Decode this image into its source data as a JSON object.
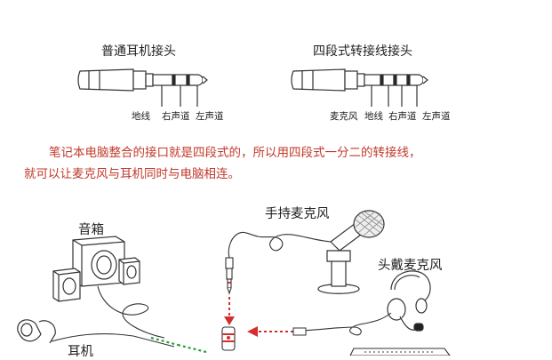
{
  "plugs": {
    "standard": {
      "title": "普通耳机接头",
      "labels": [
        "地线",
        "右声道",
        "左声道"
      ]
    },
    "four_segment": {
      "title": "四段式转接线接头",
      "labels": [
        "麦克风",
        "地线",
        "右声道",
        "左声道"
      ]
    }
  },
  "description": {
    "line1": "笔记本电脑整合的接口就是四段式的，所以用四段式一分二的转接线，",
    "line2": "就可以让麦克风与耳机同时与电脑相连。"
  },
  "devices": {
    "speaker": "音箱",
    "earphone": "耳机",
    "handheld_mic": "手持麦克风",
    "headset_mic": "头戴麦克风"
  },
  "colors": {
    "text_red": "#c0392b",
    "arrow_red": "#d32f2f",
    "line": "#333333"
  }
}
